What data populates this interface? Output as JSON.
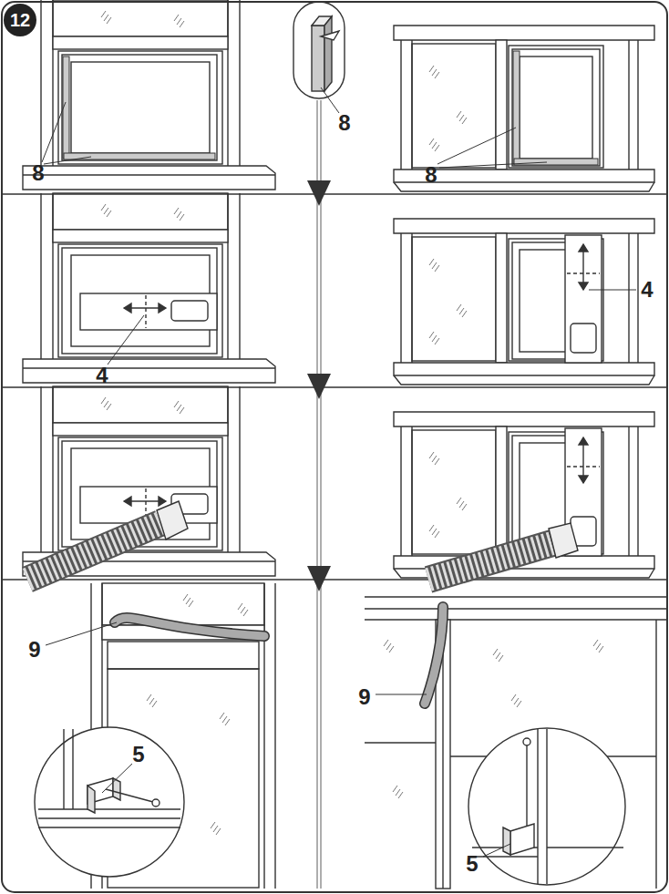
{
  "diagram": {
    "nodes": [
      {
        "text": [
          "12"
        ]
      }
    ],
    "labels": [
      "8",
      "8",
      "8",
      "4",
      "4",
      "9",
      "5",
      "9",
      "5"
    ]
  }
}
